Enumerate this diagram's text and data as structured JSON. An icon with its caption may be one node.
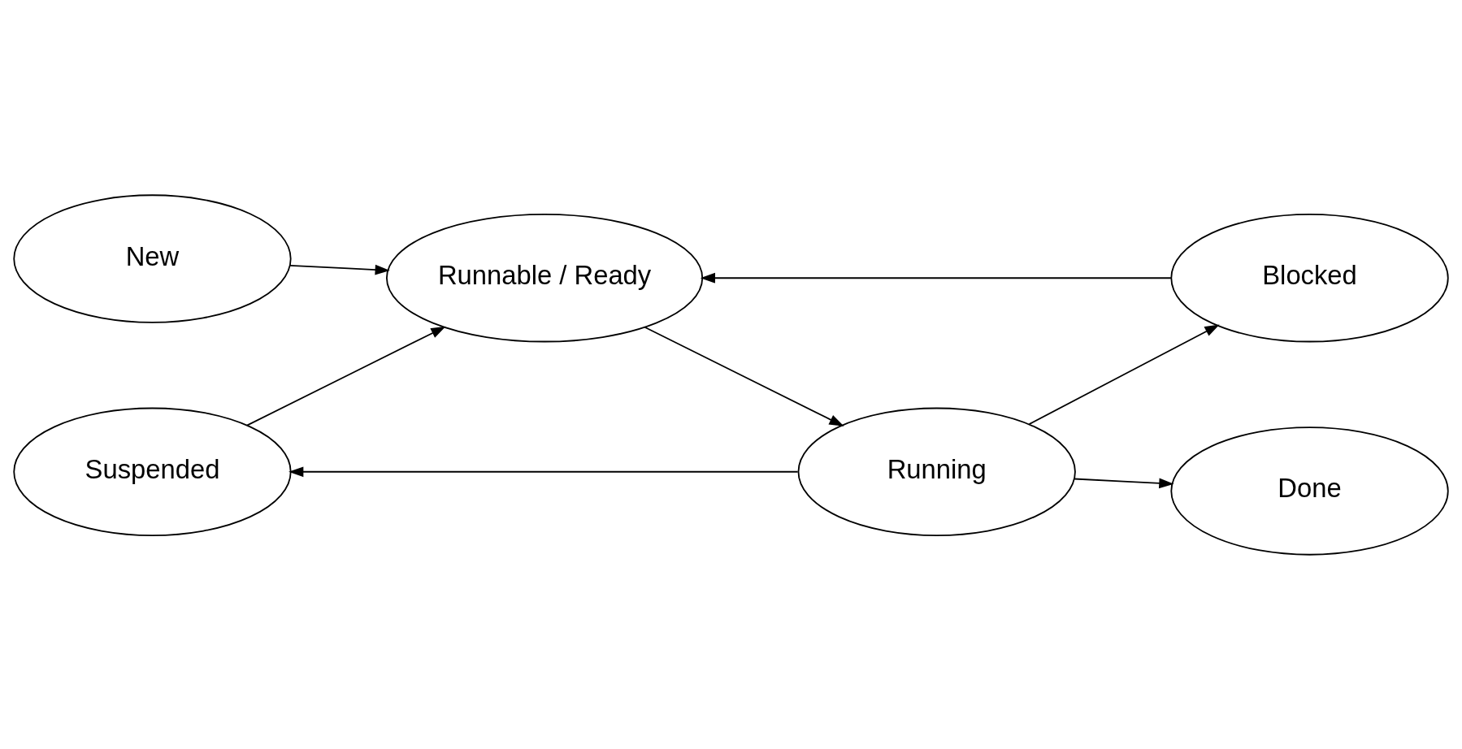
{
  "diagram": {
    "nodes": [
      {
        "text": [
          "Suspended"
        ]
      },
      {
        "text": [
          "New"
        ]
      },
      {
        "text": [
          "Runnable / Ready"
        ]
      },
      {
        "text": [
          "Running"
        ]
      },
      {
        "text": [
          "Done"
        ]
      },
      {
        "text": [
          "Blocked"
        ]
      }
    ],
    "edges": [
      {
        "from": 1,
        "to": 2,
        "arrow": "to"
      },
      {
        "from": 2,
        "to": 3,
        "arrow": "to"
      },
      {
        "from": 3,
        "to": 4,
        "arrow": "to"
      },
      {
        "from": 3,
        "to": 0,
        "arrow": "to"
      },
      {
        "from": 0,
        "to": 2,
        "arrow": "to"
      },
      {
        "from": 3,
        "to": 5,
        "arrow": "to"
      },
      {
        "from": 5,
        "to": 2,
        "arrow": "to"
      }
    ]
  }
}
